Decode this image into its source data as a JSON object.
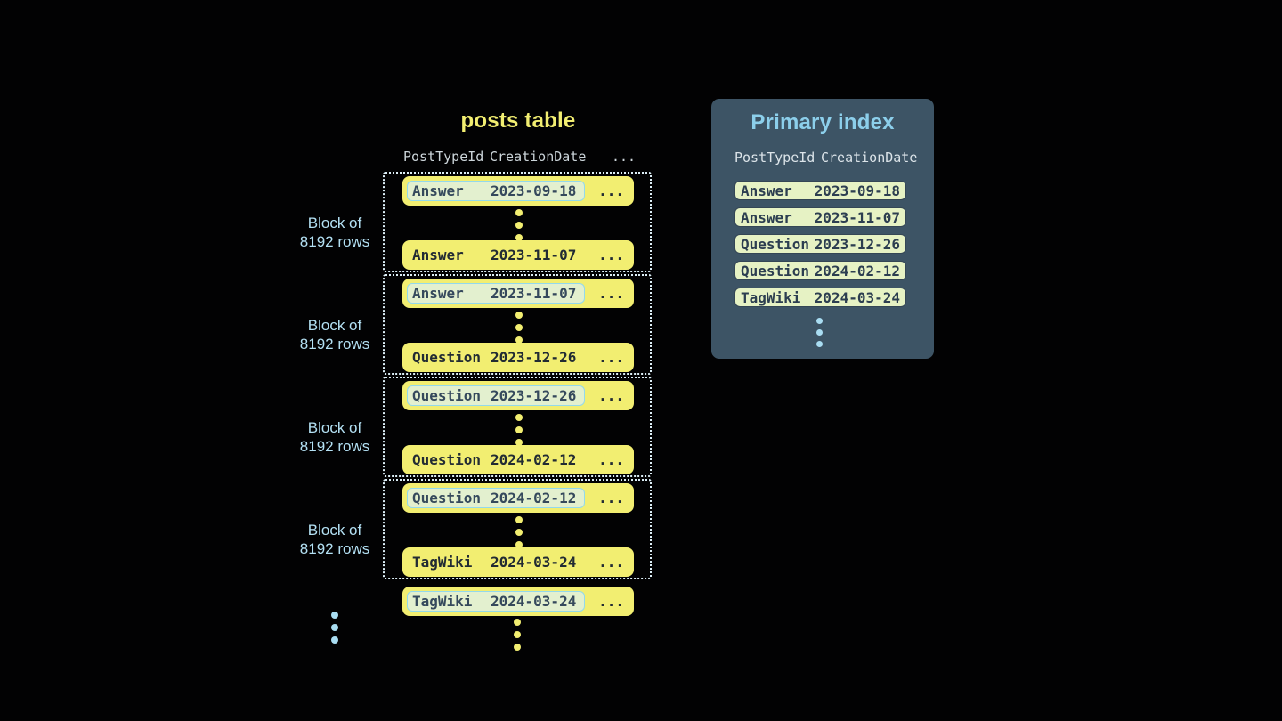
{
  "colors": {
    "background": "#020203",
    "row_yellow": "#f2ee71",
    "highlight_fill": "#e3f0cf",
    "highlight_border": "#93d9ec",
    "panel_background": "#3d5465",
    "panel_row_fill": "#e6f2c4",
    "title_yellow": "#f2ee71",
    "title_blue": "#8ccfeb",
    "label_blue": "#b3e0f3",
    "header_gray": "#ccd5da",
    "dotted_border": "#dceef6",
    "dark_text": "#222b33"
  },
  "posts_table": {
    "title": "posts table",
    "headers": {
      "col1": "PostTypeId",
      "col2": "CreationDate",
      "col3": "..."
    },
    "ellipsis": "...",
    "block_label": {
      "line1": "Block of",
      "line2": "8192 rows"
    },
    "blocks": [
      {
        "first": {
          "type": "Answer",
          "date": "2023-09-18"
        },
        "last": {
          "type": "Answer",
          "date": "2023-11-07"
        }
      },
      {
        "first": {
          "type": "Answer",
          "date": "2023-11-07"
        },
        "last": {
          "type": "Question",
          "date": "2023-12-26"
        }
      },
      {
        "first": {
          "type": "Question",
          "date": "2023-12-26"
        },
        "last": {
          "type": "Question",
          "date": "2024-02-12"
        }
      },
      {
        "first": {
          "type": "Question",
          "date": "2024-02-12"
        },
        "last": {
          "type": "TagWiki",
          "date": "2024-03-24"
        }
      }
    ],
    "trailing_row": {
      "type": "TagWiki",
      "date": "2024-03-24"
    }
  },
  "primary_index": {
    "title": "Primary index",
    "headers": {
      "col1": "PostTypeId",
      "col2": "CreationDate"
    },
    "rows": [
      {
        "type": "Answer",
        "date": "2023-09-18"
      },
      {
        "type": "Answer",
        "date": "2023-11-07"
      },
      {
        "type": "Question",
        "date": "2023-12-26"
      },
      {
        "type": "Question",
        "date": "2024-02-12"
      },
      {
        "type": "TagWiki",
        "date": "2024-03-24"
      }
    ]
  }
}
